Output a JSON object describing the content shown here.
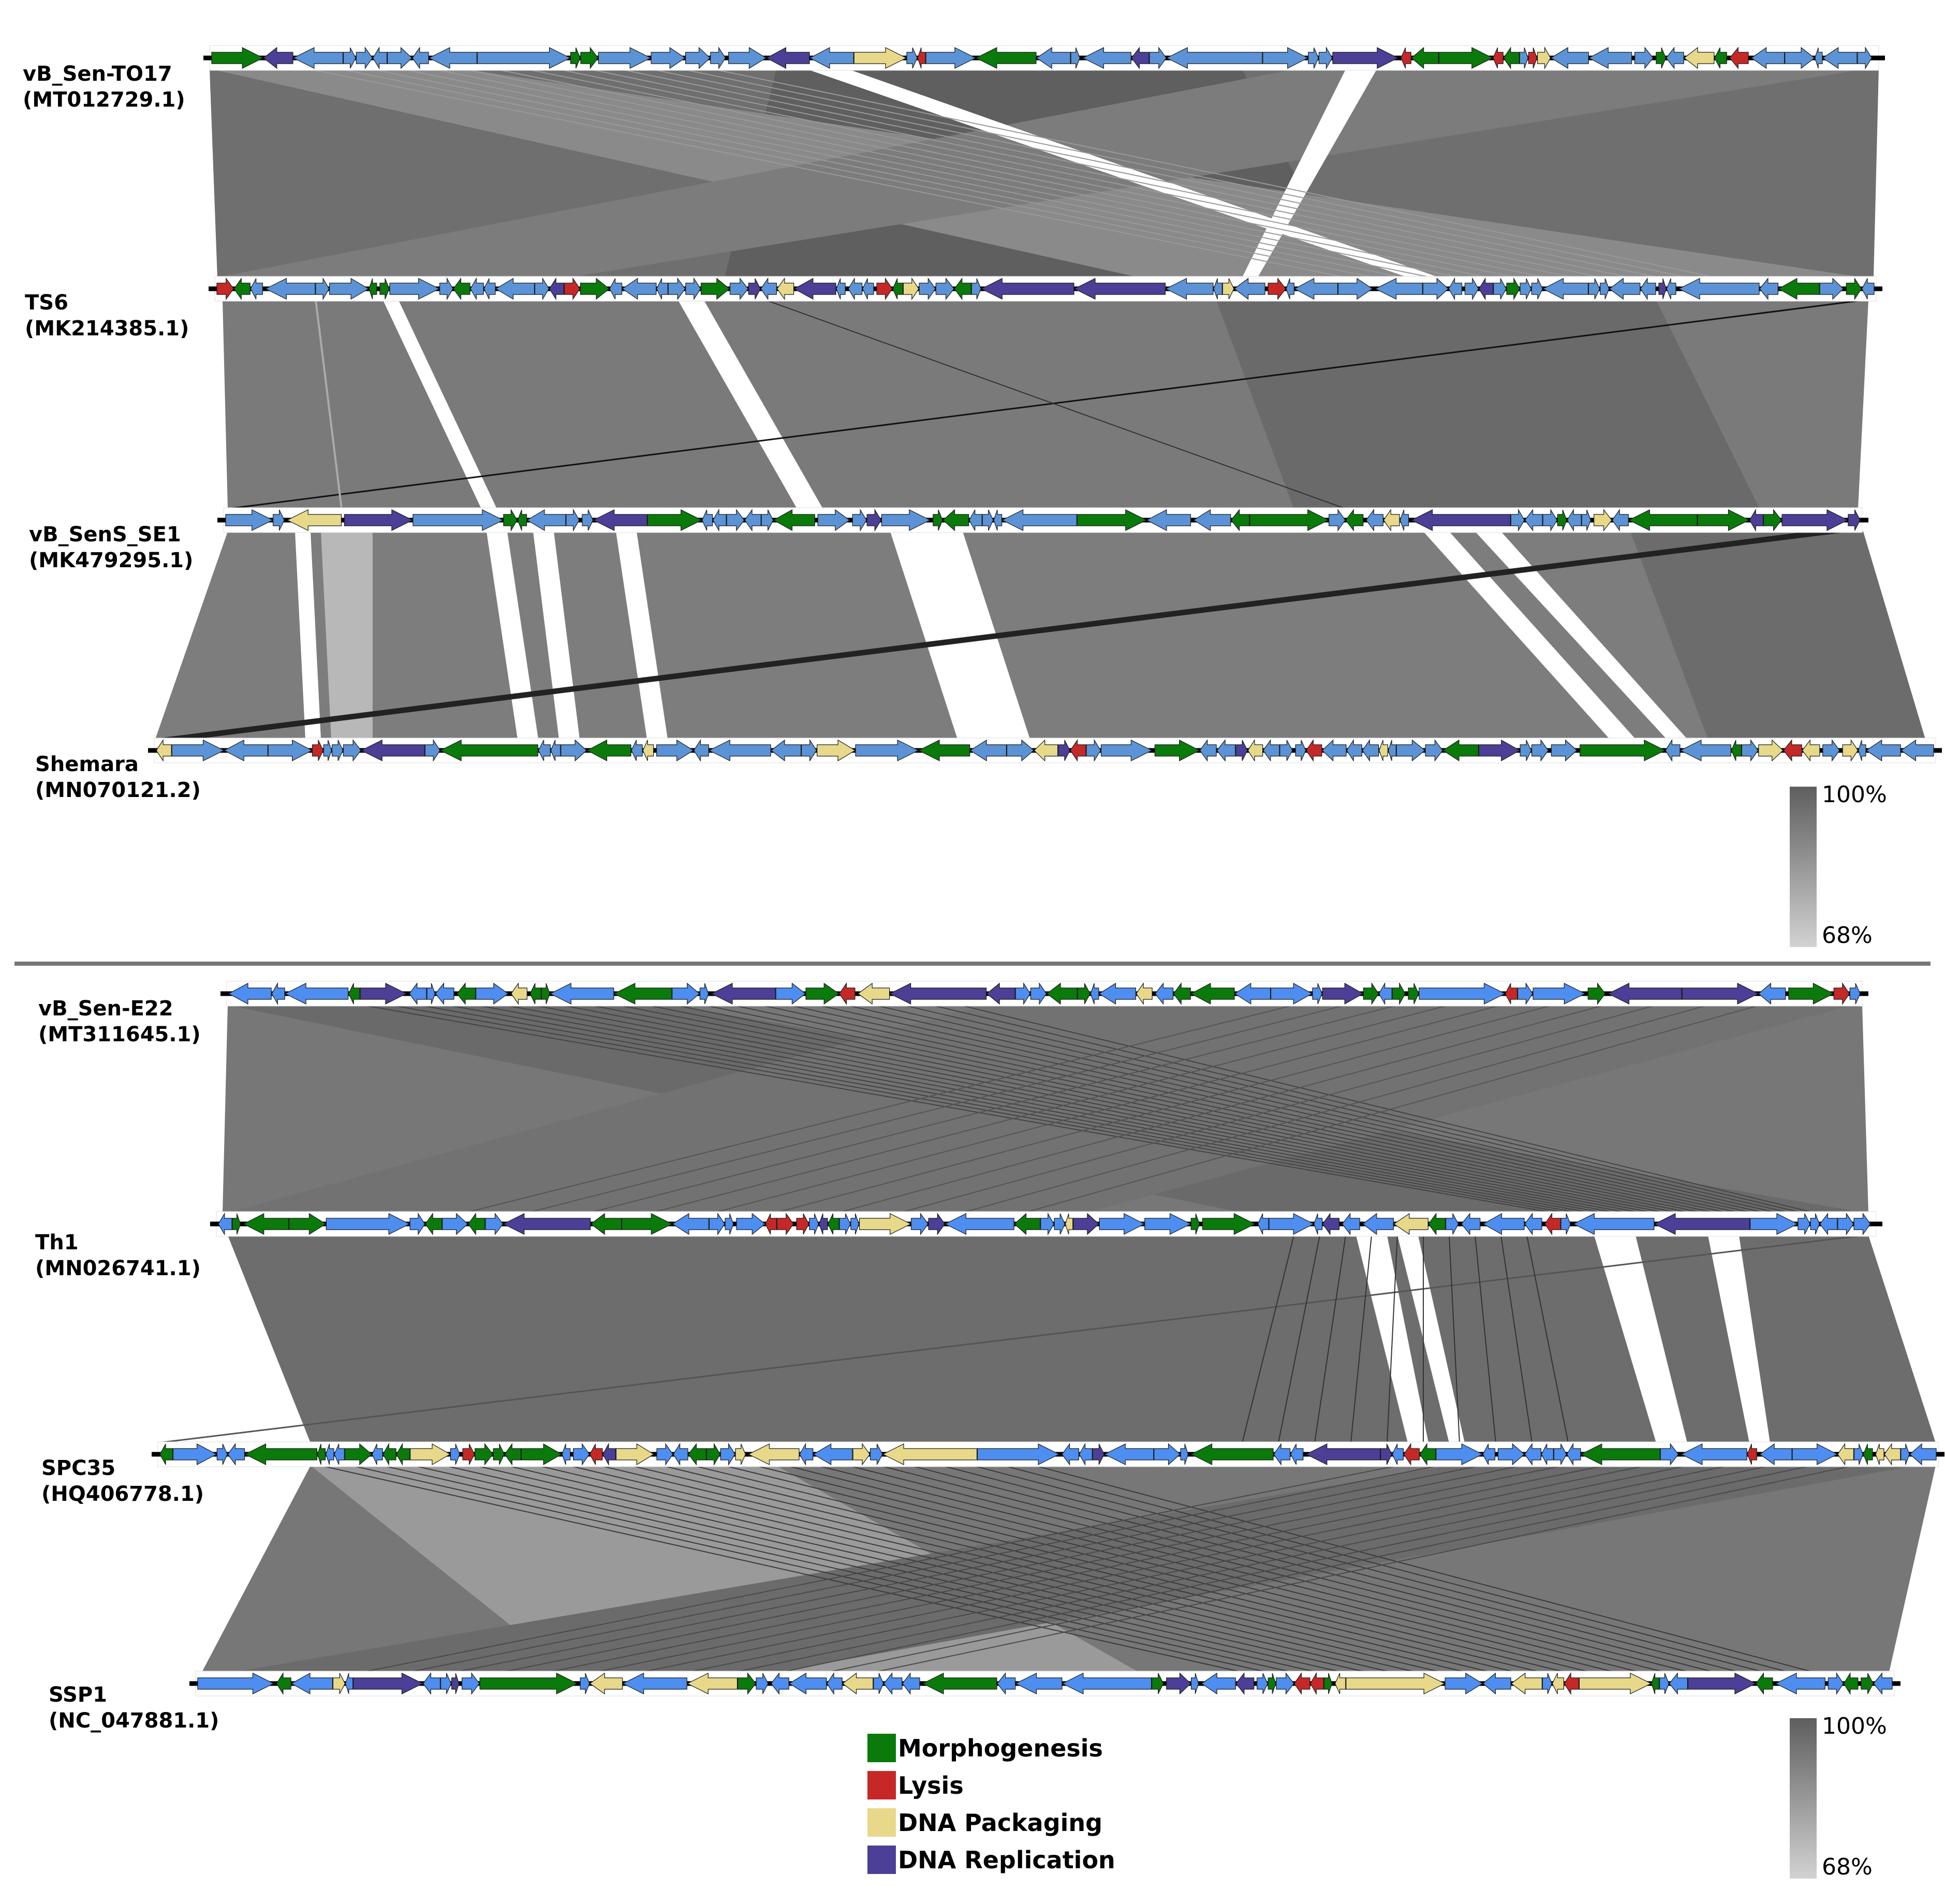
{
  "colors": {
    "morphogenesis": "#0a7a0a",
    "lysis": "#c62828",
    "dna_packaging": "#e8d98a",
    "dna_replication": "#4b3f97",
    "hypothetical": "#5b93d6",
    "hypothetical_bright": "#4d8ef0"
  },
  "panels": [
    {
      "genomes": [
        {
          "name": "vB_Sen-TO17",
          "accession": "(MT012729.1)"
        },
        {
          "name": "TS6",
          "accession": "(MK214385.1)"
        },
        {
          "name": "vB_SenS_SE1",
          "accession": "(MK479295.1)"
        },
        {
          "name": "Shemara",
          "accession": "(MN070121.2)"
        }
      ]
    },
    {
      "genomes": [
        {
          "name": "vB_Sen-E22",
          "accession": "(MT311645.1)"
        },
        {
          "name": "Th1",
          "accession": "(MN026741.1)"
        },
        {
          "name": "SPC35",
          "accession": "(HQ406778.1)"
        },
        {
          "name": "SSP1",
          "accession": "(NC_047881.1)"
        }
      ]
    }
  ],
  "identity_scale": {
    "max": "100%",
    "min": "68%"
  },
  "legend": [
    {
      "label": "Morphogenesis",
      "color": "#0a7a0a"
    },
    {
      "label": "Lysis",
      "color": "#c62828"
    },
    {
      "label": "DNA Packaging",
      "color": "#e8d98a"
    },
    {
      "label": "DNA Replication",
      "color": "#4b3f97"
    }
  ]
}
